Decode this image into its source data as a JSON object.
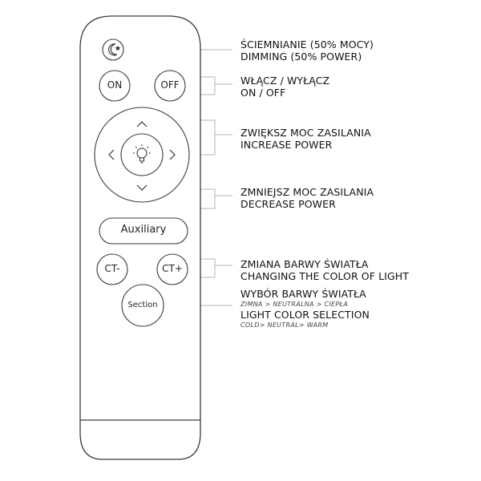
{
  "remote": {
    "buttons": {
      "dim": {
        "icon": "moon-star-icon"
      },
      "on": {
        "label": "ON"
      },
      "off": {
        "label": "OFF"
      },
      "center": {
        "icon": "light-bulb-icon"
      },
      "up": {
        "icon": "chevron-up-icon"
      },
      "down": {
        "icon": "chevron-down-icon"
      },
      "left": {
        "icon": "chevron-left-icon"
      },
      "right": {
        "icon": "chevron-right-icon"
      },
      "auxiliary": {
        "label": "Auxiliary"
      },
      "ct_minus": {
        "label": "CT-"
      },
      "ct_plus": {
        "label": "CT+"
      },
      "section": {
        "label": "Section"
      }
    }
  },
  "callouts": {
    "dimming": {
      "pl": "ŚCIEMNIANIE (50% MOCY)",
      "en": "DIMMING (50% POWER)"
    },
    "onoff": {
      "pl": "WŁĄCZ / WYŁĄCZ",
      "en": "ON / OFF"
    },
    "increase": {
      "pl": "ZWIĘKSZ MOC ZASILANIA",
      "en": "INCREASE POWER"
    },
    "decrease": {
      "pl": "ZMNIEJSZ MOC ZASILANIA",
      "en": "DECREASE POWER"
    },
    "color_change": {
      "pl": "ZMIANA BARWY ŚWIATŁA",
      "en": "CHANGING THE COLOR OF LIGHT"
    },
    "color_select": {
      "pl": "WYBÓR BARWY ŚWIATŁA",
      "pl_sub": "ZIMNA > NEUTRALNA > CIEPŁA",
      "en": "LIGHT COLOR SELECTION",
      "en_sub": "COLD> NEUTRAL> WARM"
    }
  },
  "colors": {
    "outline": "#3a3a3a",
    "leader": "#b5b5b5",
    "text": "#111111"
  }
}
